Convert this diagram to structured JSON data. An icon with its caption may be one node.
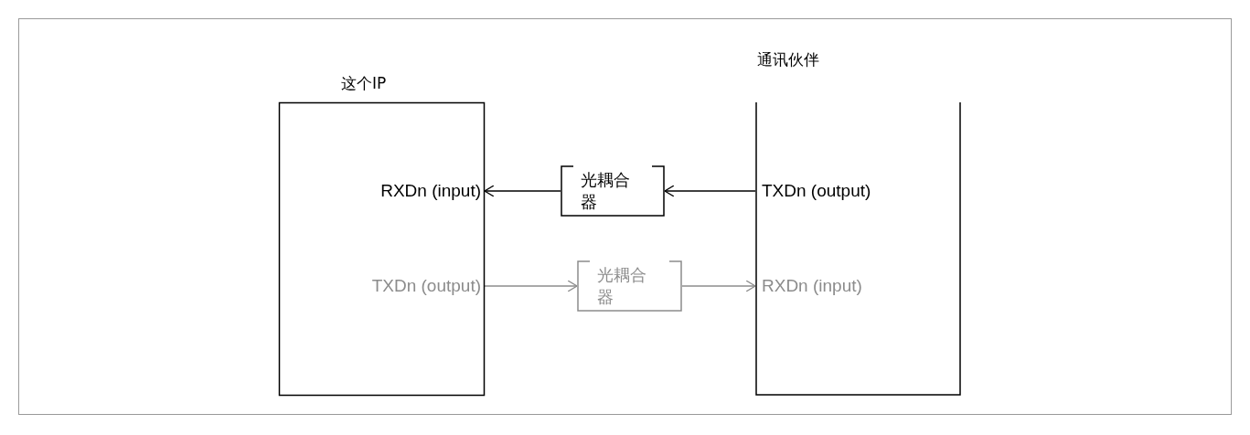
{
  "diagram": {
    "nodes": [
      {
        "text": [
          "这个IP"
        ]
      },
      {
        "text": [
          "通讯伙伴"
        ]
      },
      {
        "text": [
          "RXDn (input)"
        ],
        "in": 0
      },
      {
        "text": [
          "TXDn (output)"
        ],
        "in": 0
      },
      {
        "text": [
          "光耦合器"
        ]
      },
      {
        "text": [
          "TXDn (output)"
        ],
        "in": 1
      },
      {
        "text": [
          "RXDn (input)"
        ],
        "in": 1
      },
      {
        "text": [
          "光耦合器"
        ]
      }
    ],
    "edges": [
      {
        "from": 5,
        "to": 4,
        "arrow": "to"
      },
      {
        "from": 4,
        "to": 2,
        "arrow": "to"
      },
      {
        "from": 3,
        "to": 7,
        "arrow": "to",
        "color": "#8c8c8c"
      },
      {
        "from": 7,
        "to": 6,
        "arrow": "to",
        "color": "#8c8c8c"
      }
    ]
  }
}
